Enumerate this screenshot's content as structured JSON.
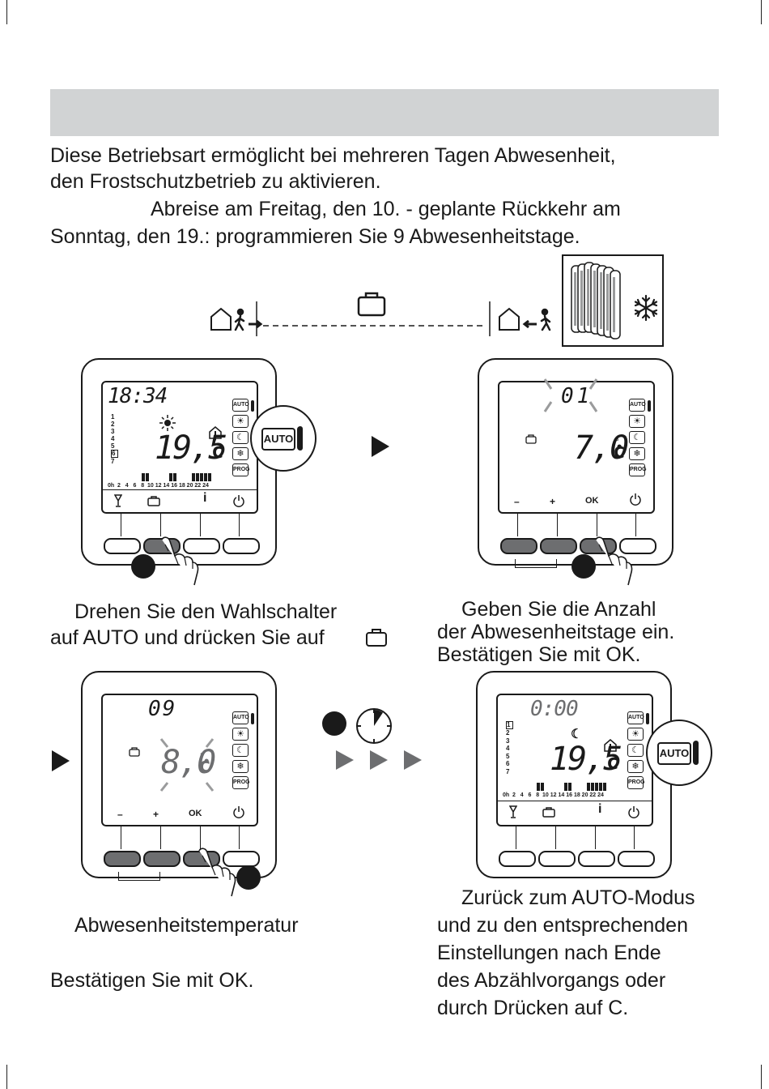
{
  "header_bar": {
    "text": ""
  },
  "intro": {
    "line1": "Diese Betriebsart ermöglicht bei mehreren Tagen Abwesenheit,",
    "line2": "den Frostschutzbetrieb zu aktivieren.",
    "line3": "Abreise am Freitag, den 10. - geplante Rückkehr am",
    "line4": "Sonntag, den 19.: programmieren Sie 9 Abwesenheitstage."
  },
  "step1": {
    "time": "18:34",
    "temp": "19,5",
    "unit": "c",
    "auto_callout": "AUTO",
    "days": [
      "1",
      "2",
      "3",
      "4",
      "5",
      "6",
      "7"
    ],
    "hours": "0h  2   4   6   8  10 12 14 16 18 20 22 24",
    "caption1": "Drehen Sie den Wahlschalter",
    "caption2": "auf AUTO und drücken Sie auf"
  },
  "step2": {
    "digits": "01",
    "temp": "7,0",
    "unit": "c",
    "btn_minus": "–",
    "btn_plus": "+",
    "btn_ok": "OK",
    "caption1": "Geben Sie die Anzahl",
    "caption2": "der Abwesenheitstage ein.",
    "caption3": "Bestätigen Sie mit OK."
  },
  "step3": {
    "digits": "09",
    "temp": "8,0",
    "unit": "c",
    "btn_minus": "–",
    "btn_plus": "+",
    "btn_ok": "OK",
    "caption1": "Abwesenheitstemperatur",
    "caption2": "Bestätigen Sie mit OK."
  },
  "step4": {
    "time": "0:00",
    "temp": "19,5",
    "unit": "c",
    "auto_callout": "AUTO",
    "days": [
      "1",
      "2",
      "3",
      "4",
      "5",
      "6",
      "7"
    ],
    "hours": "0h  2   4   6   8  10 12 14 16 18 20 22 24",
    "caption1": "Zurück zum AUTO-Modus",
    "caption2": "und zu den entsprechenden",
    "caption3": "Einstellungen nach Ende",
    "caption4": "des Abzählvorgangs oder",
    "caption5": "durch Drücken auf C."
  },
  "side_labels": {
    "auto": "AUTO",
    "prog": "PROG",
    "info": "i"
  },
  "colors": {
    "bar": "#d1d3d4",
    "dark_btn": "#6d6e70",
    "ink": "#1a1a1a"
  },
  "icons": [
    "suitcase-icon",
    "house-icon",
    "walker-icon",
    "radiator-icon",
    "snowflake-icon",
    "sun-icon",
    "moon-icon",
    "power-icon",
    "glass-icon",
    "clock-icon",
    "play-arrow-icon",
    "hand-pointer-icon",
    "antifreeze-icon"
  ]
}
